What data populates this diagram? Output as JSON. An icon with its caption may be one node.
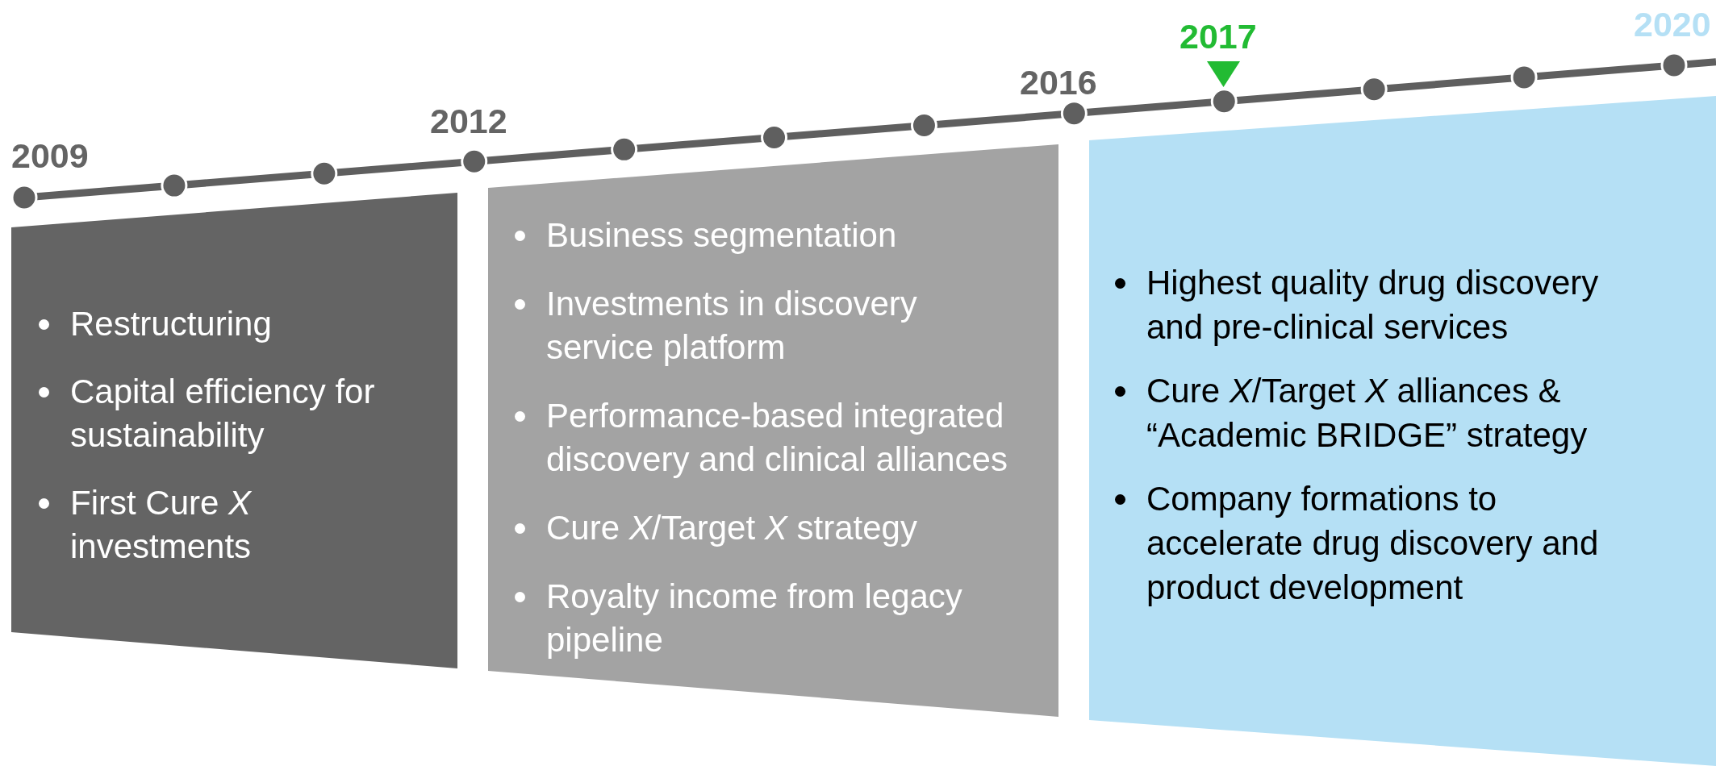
{
  "diagram": {
    "nodes": [
      {
        "text": [
          "Restructuring",
          "Capital efficiency for sustainability",
          "First Cure *X* investments"
        ]
      },
      {
        "text": [
          "Business segmentation",
          "Investments in discovery service platform",
          "Performance-based integrated discovery and clinical alliances",
          "Cure *X*/Target *X* strategy",
          "Royalty income from legacy pipeline"
        ]
      },
      {
        "text": [
          "Highest quality drug discovery and pre-clinical services",
          "Cure *X*/Target *X* alliances & “Academic BRIDGE” strategy",
          "Company formations to accelerate drug discovery and product development"
        ]
      }
    ],
    "labels": [
      "2009",
      "2012",
      "2016",
      "2017",
      "2020"
    ]
  }
}
